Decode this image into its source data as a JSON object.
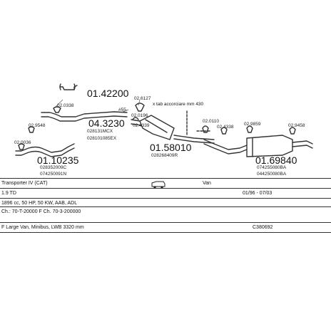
{
  "parts": {
    "p1": {
      "code": "01.42200"
    },
    "p2": {
      "code": "04.3230",
      "refs": [
        "028131MCX",
        "028101085EX"
      ]
    },
    "p3": {
      "code": "01.10235",
      "refs": [
        "028352009C",
        "074250091N"
      ]
    },
    "p4": {
      "code": "01.58010",
      "refs": [
        "028268409R"
      ]
    },
    "p5": {
      "code": "01.69840",
      "refs": [
        "074255080BA",
        "044250080BA"
      ]
    }
  },
  "small_labels": {
    "s1": "02.0338",
    "s2": "02.9548",
    "s3": "02.0036",
    "s4": "02.0196",
    "s5": "#55",
    "s6": "02.6127",
    "s7": "02.4339",
    "s8": "02.0110",
    "s9": "02.4338",
    "s10": "02.9859",
    "s11": "02.9458"
  },
  "note": "x tab accorciare mm 430",
  "info": {
    "r1_model": "Transporter IV (CAT)",
    "r1_body": "Van",
    "r2_engine": "1.9 TD",
    "r2_dates": "01/96 - 07/03",
    "r3_spec": "1896 cc, 50 HP, 50 KW, AAB, ADL",
    "r4_chassis": "Ch.: 70-T-20000 F Ch. 70-3-200000",
    "r5_desc": "F Large Van, Minibus, LWB 3320 mm",
    "r5_ref": "C380692"
  }
}
